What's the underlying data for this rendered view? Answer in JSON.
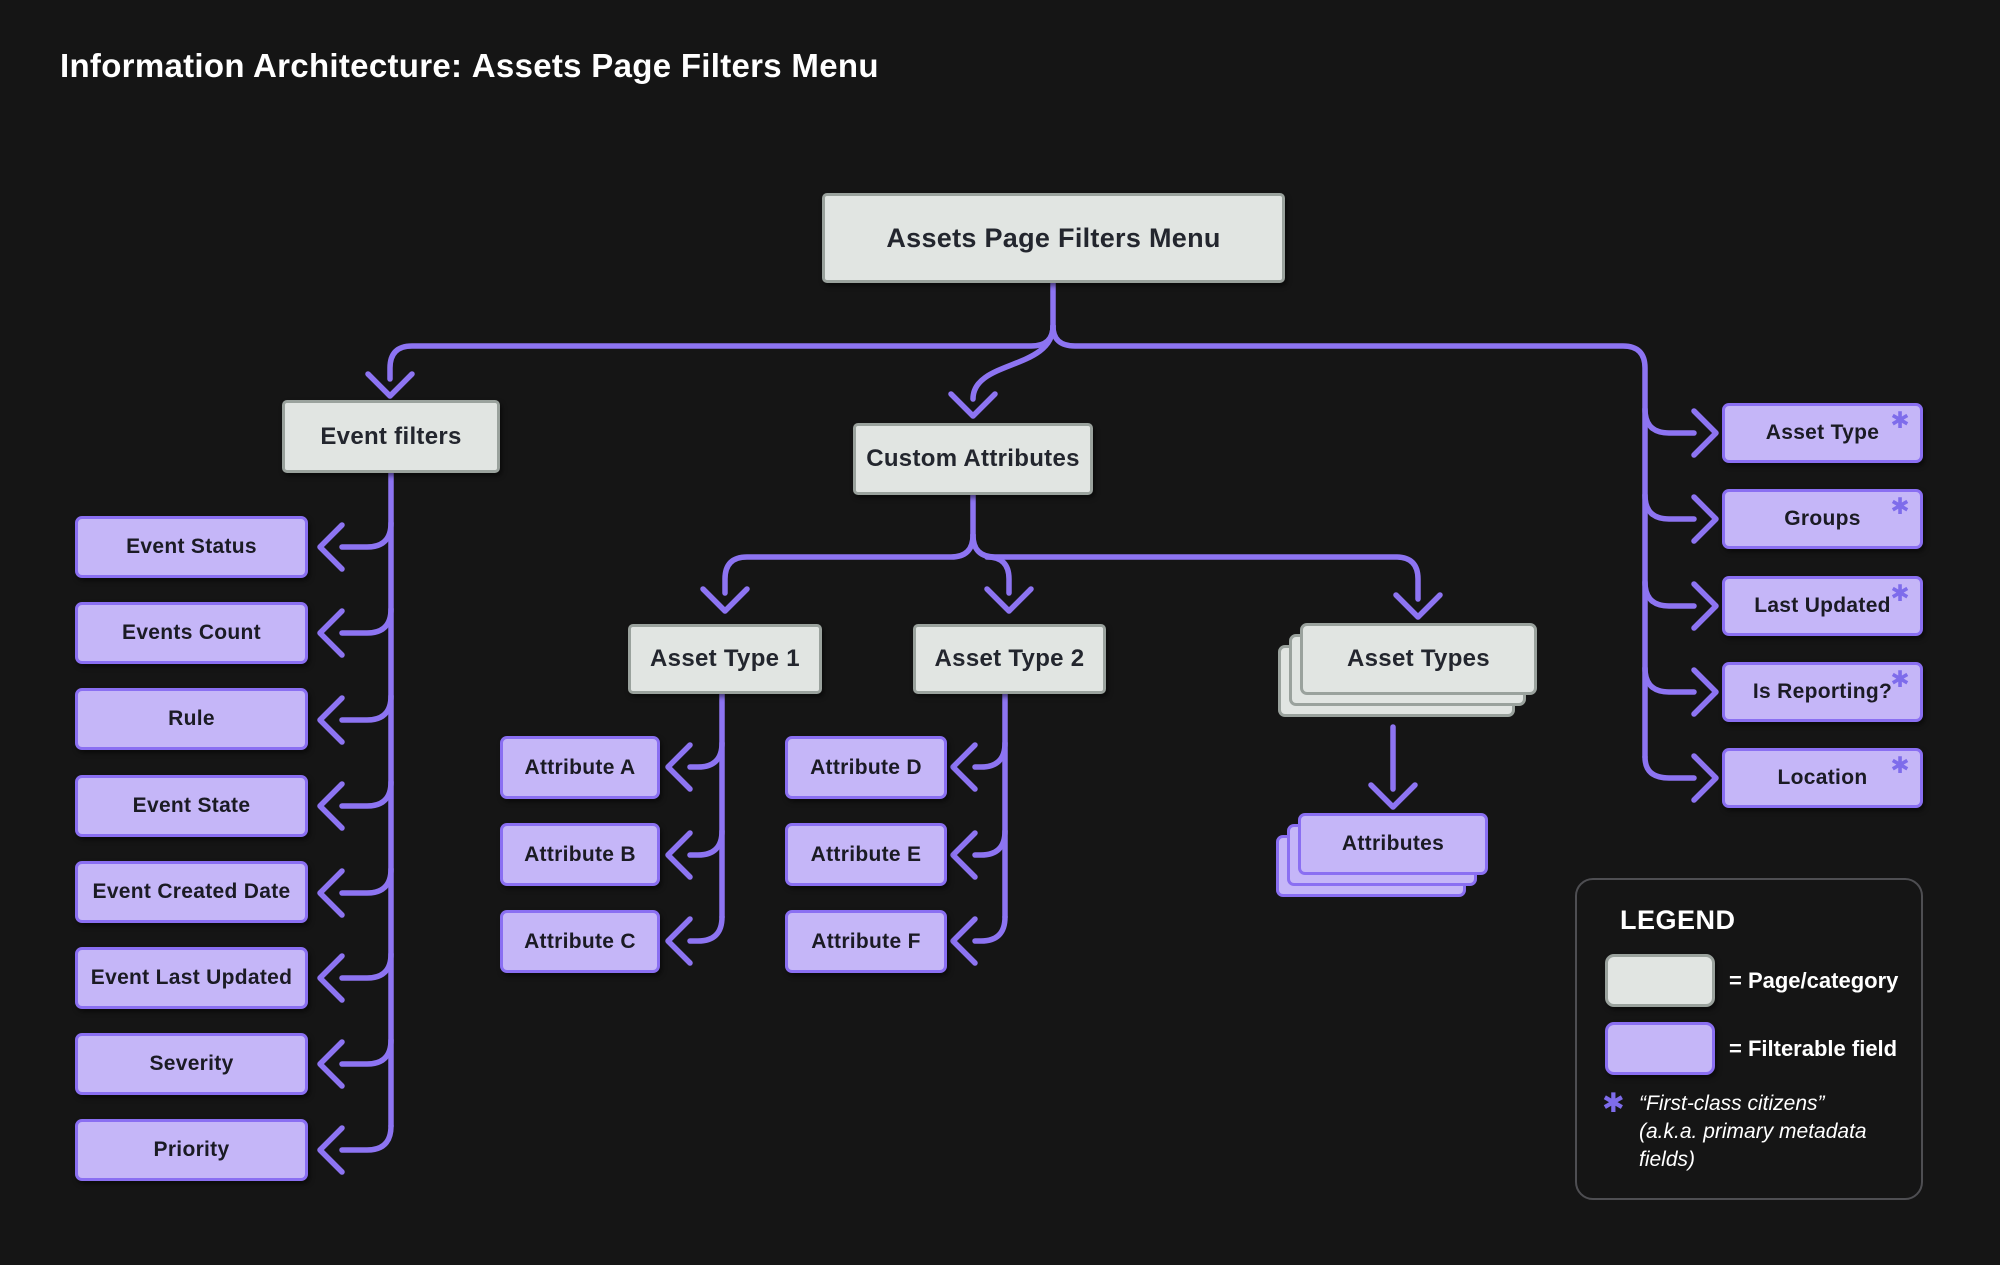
{
  "title": {
    "prefix": "Information Architecture: ",
    "emphasis": "Assets Page",
    "suffix": " Filters Menu"
  },
  "root": {
    "label": "Assets Page Filters Menu"
  },
  "event_filters": {
    "label": "Event filters",
    "items": [
      "Event Status",
      "Events Count",
      "Rule",
      "Event State",
      "Event Created Date",
      "Event Last Updated",
      "Severity",
      "Priority"
    ]
  },
  "custom_attributes": {
    "label": "Custom Attributes",
    "asset_type_1": {
      "label": "Asset Type 1",
      "attributes": [
        "Attribute A",
        "Attribute B",
        "Attribute C"
      ]
    },
    "asset_type_2": {
      "label": "Asset Type 2",
      "attributes": [
        "Attribute D",
        "Attribute E",
        "Attribute F"
      ]
    },
    "asset_types": {
      "label": "Asset Types",
      "child": "Attributes"
    }
  },
  "primary_fields": {
    "items": [
      "Asset Type",
      "Groups",
      "Last Updated",
      "Is Reporting?",
      "Location"
    ],
    "asterisk": "✱"
  },
  "legend": {
    "heading": "LEGEND",
    "page_category": "= Page/category",
    "filterable": "= Filterable field",
    "asterisk": "✱",
    "note_lines": [
      "“First-class citizens”",
      "(a.k.a. primary metadata",
      "fields)"
    ]
  },
  "colors": {
    "background": "#151515",
    "page_category_fill": "#e1e5e2",
    "page_category_border": "#9aa29d",
    "filterable_fill": "#c5b6f8",
    "filterable_border": "#8a6ff2",
    "connector": "#8d74f2",
    "asterisk": "#7e6ceb",
    "title_text": "#ffffff",
    "box_text": "#1b1b24"
  }
}
